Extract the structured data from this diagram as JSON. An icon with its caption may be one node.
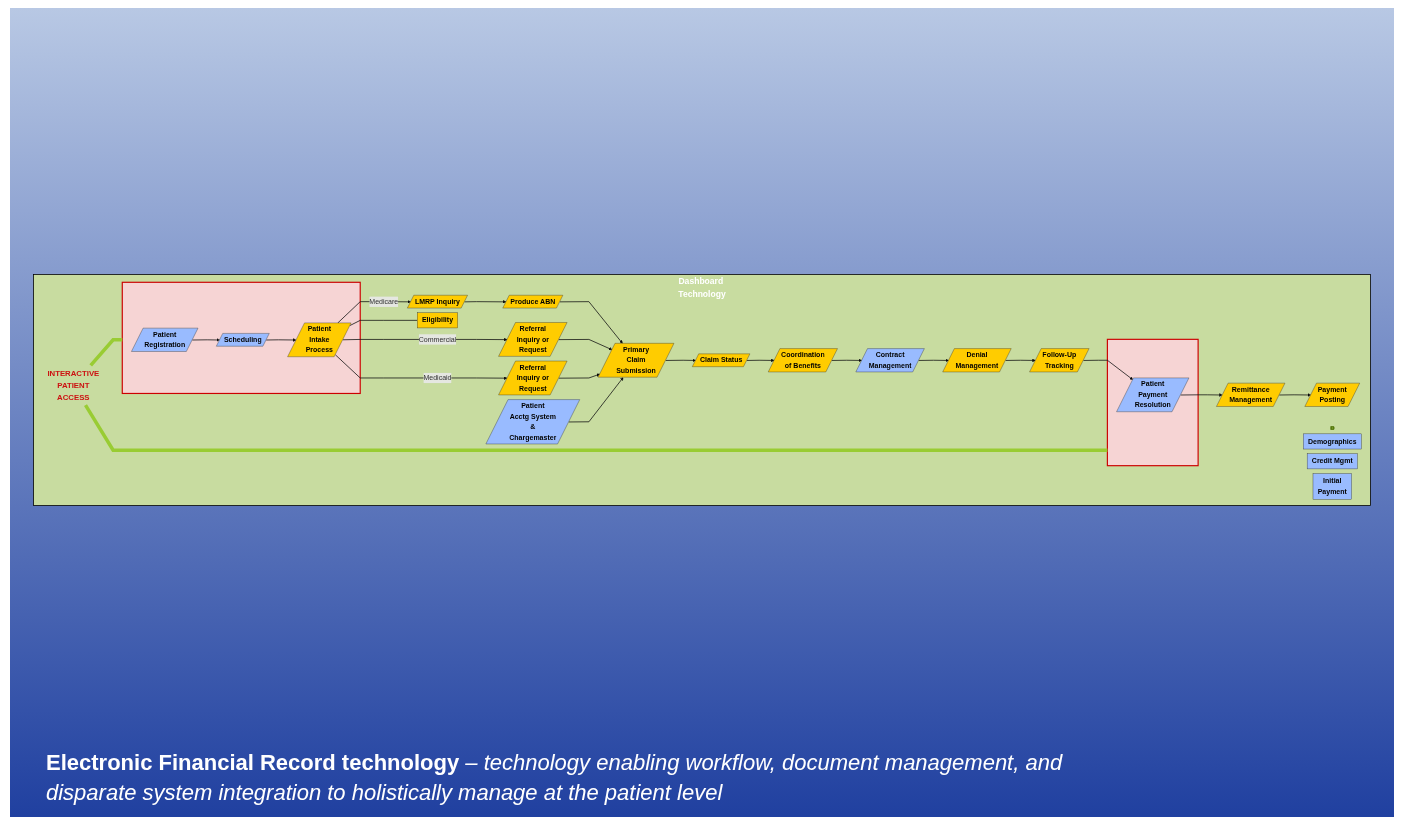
{
  "diagram": {
    "caption": "**Electronic Financial Record technology** *– technology enabling workflow, document management, and disparate system integration to holistically manage at the patient level*",
    "nodes": [
      {
        "text": [
          "Dashboard Technology"
        ]
      },
      {
        "text": [],
        "shape": "arrow",
        "in": 0
      },
      {
        "text": [],
        "shape": "box",
        "in": 0
      },
      {
        "text": [
          "Patient Registration"
        ],
        "in": 2
      },
      {
        "text": [
          "Scheduling"
        ],
        "in": 2
      },
      {
        "text": [
          "Patient Intake Process"
        ],
        "in": 2
      },
      {
        "text": [
          "LMRP Inquiry"
        ],
        "in": 0
      },
      {
        "text": [
          "Produce ABN"
        ],
        "in": 0
      },
      {
        "text": [
          "Patient Acctg System & Chargemaster"
        ],
        "in": 0
      },
      {
        "text": [
          "Referral Inquiry or Request"
        ],
        "in": 0
      },
      {
        "text": [
          "Primary Claim Submission"
        ],
        "in": 0
      },
      {
        "text": [
          "Eligibility"
        ],
        "in": 0
      },
      {
        "text": [
          "Demographics"
        ],
        "in": 0
      },
      {
        "text": [
          "Credit Mgmt"
        ],
        "in": 0
      },
      {
        "text": [
          "Initial Payment"
        ],
        "in": 0
      },
      {
        "text": [
          "Referral Inquiry or Request"
        ],
        "in": 0
      },
      {
        "text": [
          "INTERACTIVE PATIENT ACCESS"
        ],
        "in": 0
      },
      {
        "text": [],
        "shape": "box",
        "in": 0
      },
      {
        "text": [
          "Payment Posting"
        ],
        "in": 0
      },
      {
        "text": [
          "Remittance Management"
        ],
        "in": 0
      },
      {
        "text": [
          "Patient Payment Resolution"
        ],
        "in": 17
      },
      {
        "text": [
          "Follow-Up Tracking"
        ],
        "in": 0
      },
      {
        "text": [
          "Denial Management"
        ],
        "in": 0
      },
      {
        "text": [
          "Contract Management"
        ],
        "in": 0
      },
      {
        "text": [
          "Coordination of Benefits"
        ],
        "in": 0
      },
      {
        "text": [
          "Claim Status"
        ],
        "in": 0
      }
    ],
    "edges": [
      {
        "from": 3,
        "to": 4,
        "arrow": "to"
      },
      {
        "from": 4,
        "to": 5,
        "arrow": "to"
      },
      {
        "from": 5,
        "to": 6,
        "label": "Medicare",
        "arrow": "to"
      },
      {
        "from": 5,
        "to": 9,
        "label": "Commercial",
        "arrow": "to"
      },
      {
        "from": 5,
        "to": 15,
        "label": "Medicaid",
        "arrow": "to"
      },
      {
        "from": 6,
        "to": 7,
        "arrow": "to"
      },
      {
        "from": 7,
        "to": 10,
        "arrow": "to"
      },
      {
        "from": 9,
        "to": 10,
        "arrow": "to"
      },
      {
        "from": 15,
        "to": 10,
        "arrow": "to"
      },
      {
        "from": 8,
        "to": 10,
        "arrow": "to"
      },
      {
        "from": 10,
        "to": 25,
        "arrow": "to"
      },
      {
        "from": 25,
        "to": 24,
        "arrow": "to"
      },
      {
        "from": 24,
        "to": 23,
        "arrow": "to"
      },
      {
        "from": 23,
        "to": 22,
        "arrow": "to"
      },
      {
        "from": 22,
        "to": 21,
        "arrow": "to"
      },
      {
        "from": 21,
        "to": 20,
        "arrow": "to"
      },
      {
        "from": 20,
        "to": 19,
        "arrow": "to"
      },
      {
        "from": 19,
        "to": 18,
        "arrow": "to"
      },
      {
        "from": 5,
        "to": 11,
        "arrow": "none"
      },
      {
        "from": 16,
        "to": 2,
        "arrow": "none",
        "style": "thick",
        "color": "#99cc33"
      },
      {
        "from": 16,
        "to": 17,
        "arrow": "none",
        "style": "thick",
        "color": "#99cc33"
      }
    ]
  }
}
